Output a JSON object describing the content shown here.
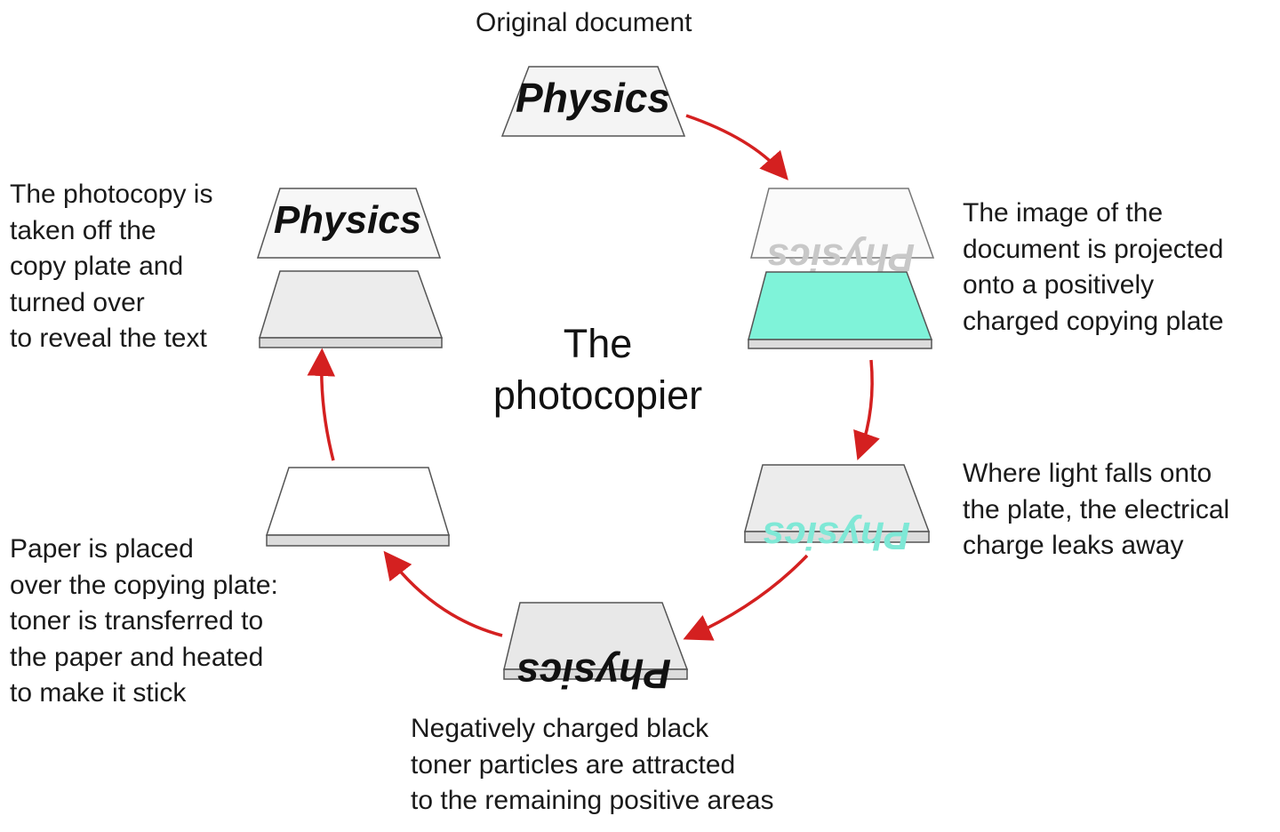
{
  "title": {
    "lines": [
      "The",
      "photocopier"
    ]
  },
  "document_word": "Physics",
  "steps": [
    {
      "id": "original",
      "lines": [
        "Original document"
      ]
    },
    {
      "id": "projected",
      "lines": [
        "The image of the",
        "document is projected",
        "onto a positively",
        "charged copying plate"
      ]
    },
    {
      "id": "light",
      "lines": [
        "Where light falls onto",
        "the plate, the electrical",
        "charge leaks away"
      ]
    },
    {
      "id": "toner",
      "lines": [
        "Negatively charged black",
        "toner particles are attracted",
        "to the remaining positive areas"
      ]
    },
    {
      "id": "paper",
      "lines": [
        "Paper is placed",
        "over the copying plate:",
        "toner is transferred to",
        "the paper and heated",
        "to make it stick"
      ]
    },
    {
      "id": "photocopy",
      "lines": [
        "The photocopy is",
        "taken off the",
        "copy plate and",
        "turned over",
        "to reveal the text"
      ]
    }
  ],
  "colors": {
    "arrow": "#d42020",
    "charged_plate": "#7ff3d9",
    "plate_gray": "#ececec",
    "paper_white": "#ffffff",
    "outline": "#555555",
    "text_dark": "#111111",
    "text_faint": "#c8c8c8",
    "text_cyan": "#7fe8d6"
  }
}
